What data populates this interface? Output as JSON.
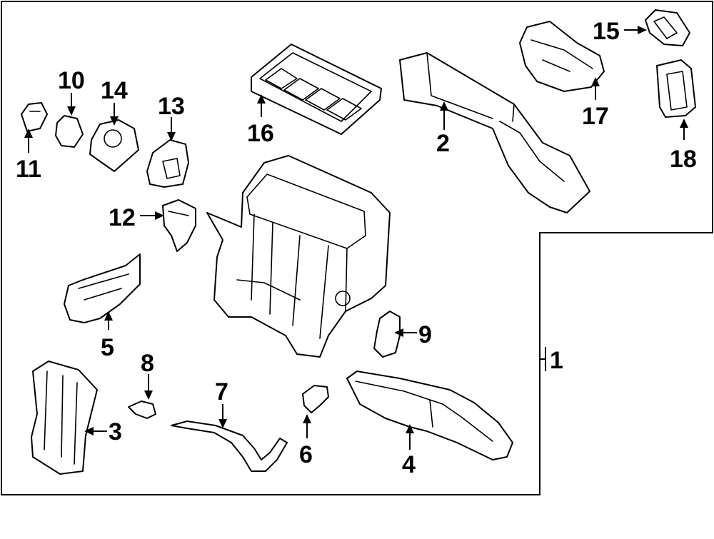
{
  "diagram": {
    "callouts": [
      "1",
      "2",
      "3",
      "4",
      "5",
      "6",
      "7",
      "8",
      "9",
      "10",
      "11",
      "12",
      "13",
      "14",
      "15",
      "16",
      "17",
      "18"
    ]
  },
  "colors": {
    "line": "#000000",
    "background": "#ffffff"
  }
}
